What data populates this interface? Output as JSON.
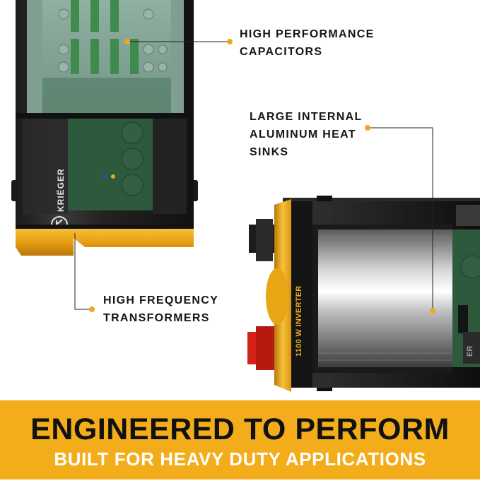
{
  "callouts": {
    "capacitors": [
      "HIGH PERFORMANCE",
      "CAPACITORS"
    ],
    "heat_sinks": [
      "LARGE INTERNAL",
      "ALUMINUM HEAT",
      "SINKS"
    ],
    "transformers": [
      "HIGH FREQUENCY",
      "TRANSFORMERS"
    ]
  },
  "product": {
    "brand_logo": "KRIËGER",
    "model_label": "1100 W INVERTER",
    "side_label": "ER"
  },
  "banner": {
    "headline": "ENGINEERED TO PERFORM",
    "subline": "BUILT FOR HEAVY DUTY APPLICATIONS"
  },
  "colors": {
    "accent_gold": "#f3ad1a",
    "body_black": "#1c1c1c",
    "pcb_green": "#2d5a3c",
    "callout_dot": "#f0a81c"
  }
}
